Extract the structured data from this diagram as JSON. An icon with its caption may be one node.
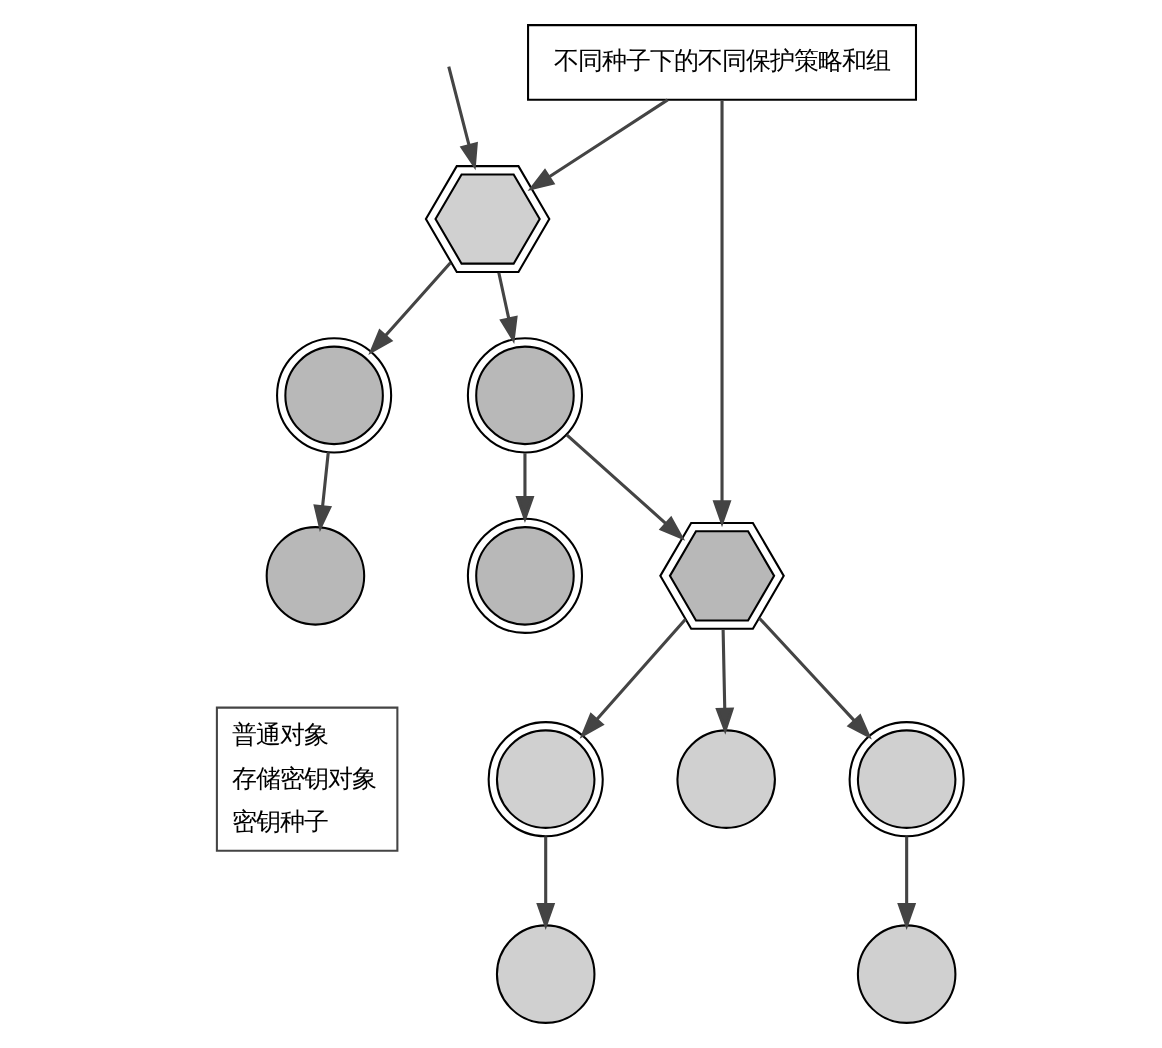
{
  "diagram": {
    "nodes": [
      {
        "text": [],
        "shape": "hexagon"
      },
      {
        "text": [],
        "shape": "circle"
      },
      {
        "text": [
          "不同种子下的不同保护策略和组"
        ]
      },
      {
        "text": [],
        "shape": "circle"
      },
      {
        "text": [],
        "shape": "circle"
      },
      {
        "text": [],
        "shape": "hexagon"
      },
      {
        "text": [],
        "shape": "circle"
      },
      {
        "text": [],
        "shape": "circle"
      },
      {
        "text": [],
        "shape": "circle"
      },
      {
        "text": [],
        "shape": "circle"
      },
      {
        "text": [],
        "shape": "circle"
      },
      {
        "text": [],
        "shape": "circle"
      }
    ],
    "edges": [
      {
        "from": null,
        "to": 0,
        "arrow": "to"
      },
      {
        "from": 0,
        "to": 1,
        "arrow": "to"
      },
      {
        "from": 0,
        "to": 3,
        "arrow": "to"
      },
      {
        "from": 2,
        "to": 0,
        "arrow": "to"
      },
      {
        "from": 1,
        "to": 4,
        "arrow": "to"
      },
      {
        "from": 3,
        "to": 5,
        "arrow": "to"
      },
      {
        "from": 3,
        "to": 6,
        "arrow": "to"
      },
      {
        "from": 2,
        "to": 5,
        "arrow": "to"
      },
      {
        "from": 5,
        "to": 7,
        "arrow": "to"
      },
      {
        "from": 5,
        "to": 8,
        "arrow": "to"
      },
      {
        "from": 5,
        "to": 9,
        "arrow": "to"
      },
      {
        "from": 7,
        "to": 10,
        "arrow": "to"
      },
      {
        "from": 9,
        "to": 11,
        "arrow": "to"
      }
    ],
    "legend": [
      {
        "text": "普通对象"
      },
      {
        "text": "存储密钥对象"
      },
      {
        "text": "密钥种子"
      }
    ]
  }
}
